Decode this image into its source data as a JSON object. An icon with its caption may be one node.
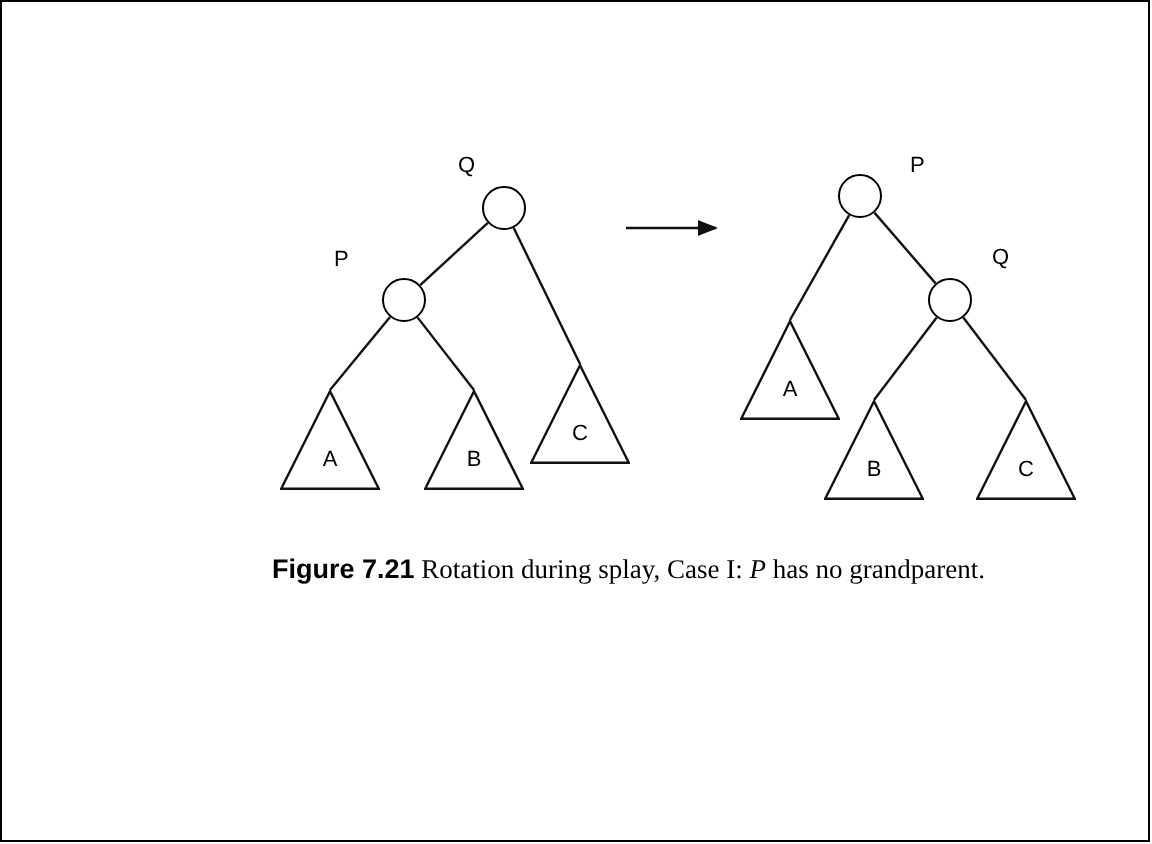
{
  "diagram": {
    "caption": "**Figure 7.21** Rotation during splay, Case I: *P* has no grandparent.",
    "nodes": [
      {
        "text": [],
        "shape": "circle",
        "beside": [
          "Q"
        ]
      },
      {
        "text": [],
        "shape": "circle",
        "beside": [
          "P"
        ]
      },
      {
        "text": [
          "A"
        ]
      },
      {
        "text": [
          "B"
        ]
      },
      {
        "text": [
          "C"
        ]
      },
      {
        "text": [],
        "shape": "circle",
        "beside": [
          "P"
        ]
      },
      {
        "text": [
          "A"
        ]
      },
      {
        "text": [],
        "shape": "circle",
        "beside": [
          "Q"
        ]
      },
      {
        "text": [
          "B"
        ]
      },
      {
        "text": [
          "C"
        ]
      }
    ],
    "edges": [
      {
        "from": 0,
        "to": 1,
        "arrow": "none"
      },
      {
        "from": 0,
        "to": 4,
        "arrow": "none"
      },
      {
        "from": 1,
        "to": 2,
        "arrow": "none"
      },
      {
        "from": 1,
        "to": 3,
        "arrow": "none"
      },
      {
        "from": 5,
        "to": 6,
        "arrow": "none"
      },
      {
        "from": 5,
        "to": 7,
        "arrow": "none"
      },
      {
        "from": 7,
        "to": 8,
        "arrow": "none"
      },
      {
        "from": 7,
        "to": 9,
        "arrow": "none"
      }
    ]
  }
}
